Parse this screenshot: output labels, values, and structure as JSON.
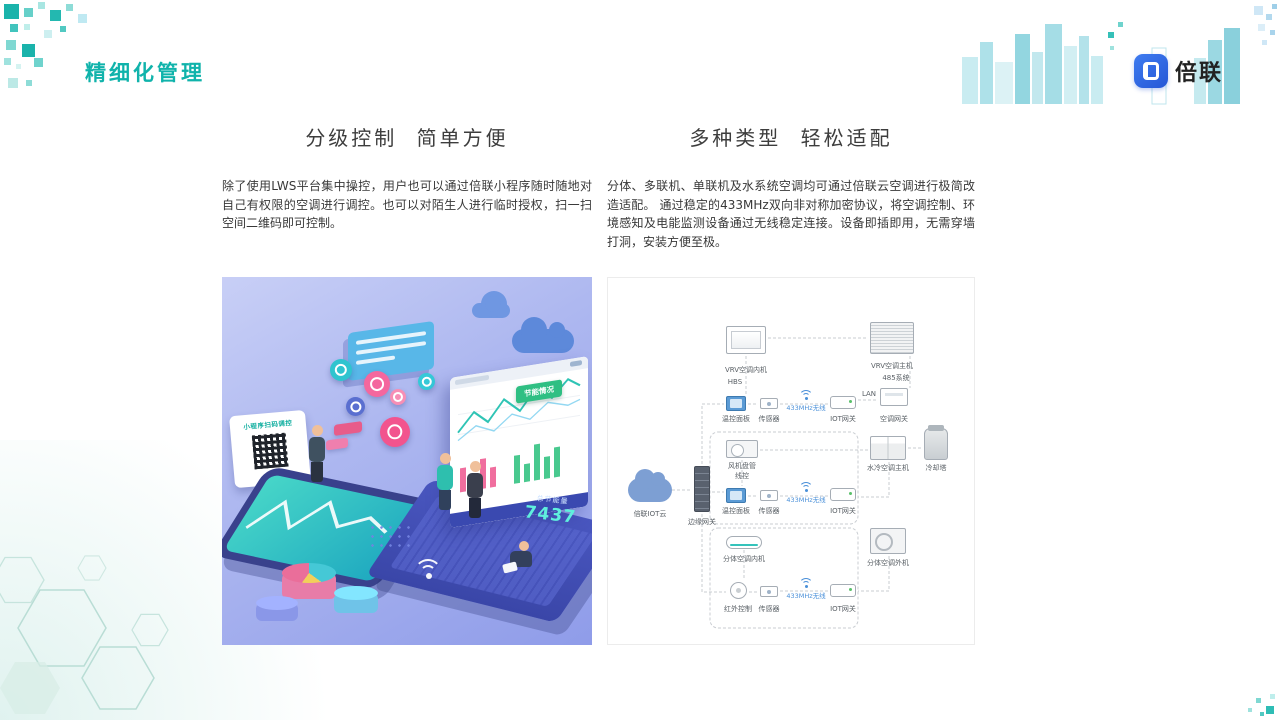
{
  "slide": {
    "title": "精细化管理",
    "logo_text": "倍联",
    "accent_color": "#10b3ab",
    "logo_color": "#2e6be6"
  },
  "left_section": {
    "heading": "分级控制 简单方便",
    "body": "除了使用LWS平台集中操控，用户也可以通过倍联小程序随时随地对自己有权限的空调进行调控。也可以对陌生人进行临时授权，扫一扫空间二维码即可控制。"
  },
  "right_section": {
    "heading": "多种类型 轻松适配",
    "body": "分体、多联机、单联机及水系统空调均可通过倍联云空调进行极简改造适配。 通过稳定的433MHz双向非对称加密协议，将空调控制、环境感知及电能监测设备通过无线稳定连接。设备即插即用，无需穿墙打洞，安装方便至极。"
  },
  "illustration": {
    "qr_sign_title": "小程序扫码调控",
    "energy_tag": "节能情况",
    "stat_label": "总节能量",
    "stat_value": "7437"
  },
  "diagram": {
    "wireless_color": "#4a90d9",
    "labels": {
      "vrv_indoor": "VRV空调内机",
      "hbs": "HBS",
      "vrv_outdoor": "VRV空调主机",
      "sys485": "485系统",
      "panel": "温控面板",
      "sensor": "传感器",
      "wireless": "433MHz无线",
      "iot_gateway": "IOT网关",
      "lan": "LAN",
      "ac_gateway": "空调网关",
      "fan_coil": "风机盘管",
      "wire_controller": "线控",
      "water_host": "水冷空调主机",
      "cooling_tower": "冷却塔",
      "cloud": "倍联IOT云",
      "edge_gateway": "边缘网关",
      "split_indoor": "分体空调内机",
      "split_outdoor": "分体空调外机",
      "ir_controller": "红外控制"
    }
  }
}
